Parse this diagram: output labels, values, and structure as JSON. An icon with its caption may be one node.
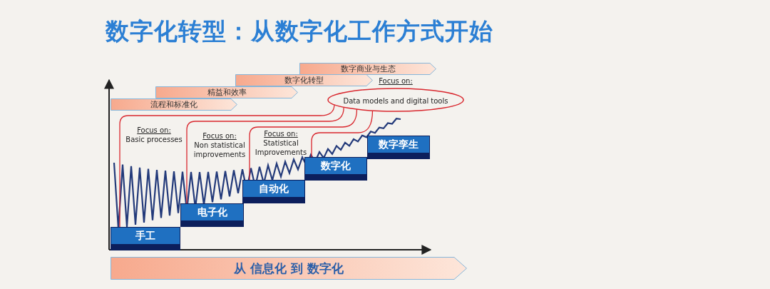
{
  "diagram": {
    "title": "数字化转型：从数字化工作方式开始",
    "nodes": [
      {
        "text": [
          "流程和标准化"
        ]
      },
      {
        "text": [
          "精益和效率"
        ]
      },
      {
        "text": [
          "数字化转型"
        ]
      },
      {
        "text": [
          "数字商业与生态"
        ]
      },
      {
        "text": [
          "Focus on:",
          "Basic processes"
        ]
      },
      {
        "text": [
          "Focus on:",
          "Non statistical improvements"
        ]
      },
      {
        "text": [
          "Focus on:",
          "Statistical Improvements"
        ]
      },
      {
        "text": [
          "Focus on:",
          "Data models and digital tools"
        ]
      },
      {
        "text": [],
        "shape": "circle"
      },
      {
        "text": [
          "手工"
        ]
      },
      {
        "text": [
          "电子化"
        ]
      },
      {
        "text": [
          "自动化"
        ]
      },
      {
        "text": [
          "数字化"
        ]
      },
      {
        "text": [
          "数字孪生"
        ]
      },
      {
        "text": [
          "从 信息化 到 数字化"
        ]
      }
    ],
    "edges": [
      {
        "from": 9,
        "to": 8,
        "arrow": "none"
      },
      {
        "from": 10,
        "to": 8,
        "arrow": "none"
      },
      {
        "from": 11,
        "to": 8,
        "arrow": "none"
      },
      {
        "from": 12,
        "to": 8,
        "arrow": "none"
      }
    ]
  }
}
